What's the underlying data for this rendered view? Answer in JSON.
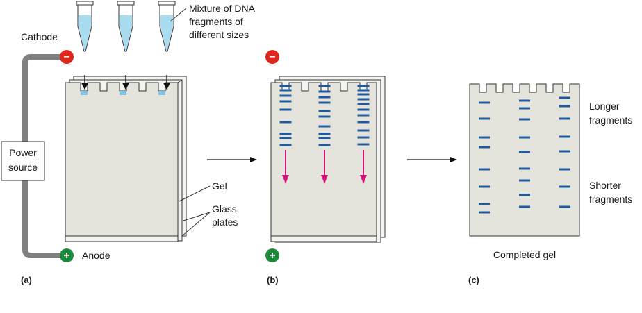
{
  "labels": {
    "cathode": "Cathode",
    "anode": "Anode",
    "power_source_line1": "Power",
    "power_source_line2": "source",
    "mixture_line1": "Mixture of DNA",
    "mixture_line2": "fragments of",
    "mixture_line3": "different sizes",
    "gel": "Gel",
    "glass_line1": "Glass",
    "glass_line2": "plates",
    "longer_line1": "Longer",
    "longer_line2": "fragments",
    "shorter_line1": "Shorter",
    "shorter_line2": "fragments",
    "completed_gel": "Completed gel"
  },
  "panels": {
    "a": "(a)",
    "b": "(b)",
    "c": "(c)"
  },
  "symbols": {
    "minus": "−",
    "plus": "+"
  },
  "colors": {
    "gel_fill": "#e4e4dc",
    "band": "#1f5a9e",
    "migration_arrow": "#d6177a",
    "cathode": "#e0261c",
    "anode": "#1e8a3c",
    "wire": "#808080",
    "tube_liquid": "#a9dcef"
  },
  "lanes": {
    "b": [
      [
        124,
        130,
        138,
        146,
        158,
        176,
        193,
        199,
        209
      ],
      [
        124,
        132,
        140,
        148,
        160,
        168,
        182,
        193,
        199,
        209
      ],
      [
        124,
        130,
        136,
        143,
        150,
        158,
        166,
        176,
        188,
        198,
        208
      ]
    ],
    "c": [
      [
        148,
        171,
        198,
        212,
        244,
        269,
        294,
        306
      ],
      [
        145,
        156,
        172,
        198,
        219,
        243,
        260,
        281,
        298
      ],
      [
        141,
        153,
        171,
        197,
        218,
        244,
        269,
        298
      ]
    ]
  }
}
